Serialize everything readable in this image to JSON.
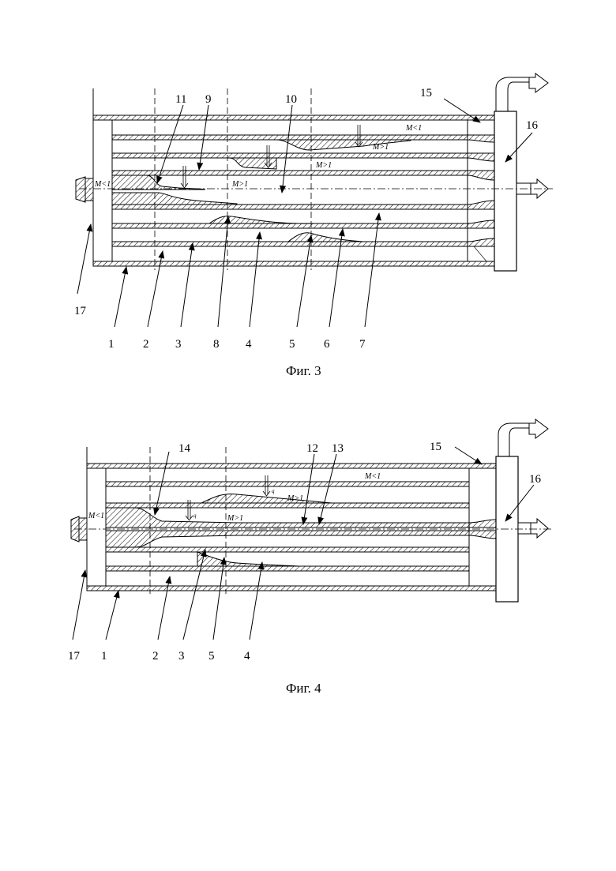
{
  "figures": [
    {
      "caption": "Фиг. 3",
      "labels": [
        "1",
        "2",
        "3",
        "4",
        "5",
        "6",
        "7",
        "8",
        "9",
        "10",
        "11",
        "15",
        "16",
        "17"
      ],
      "mach": [
        "M<1",
        "M<1",
        "M>1",
        "M>1",
        "M>1"
      ]
    },
    {
      "caption": "Фиг. 4",
      "labels": [
        "1",
        "2",
        "3",
        "4",
        "5",
        "12",
        "13",
        "14",
        "15",
        "16",
        "17"
      ],
      "mach": [
        "M<1",
        "M<1",
        "M>1",
        "M>1"
      ],
      "q": [
        "q",
        "q"
      ]
    }
  ]
}
